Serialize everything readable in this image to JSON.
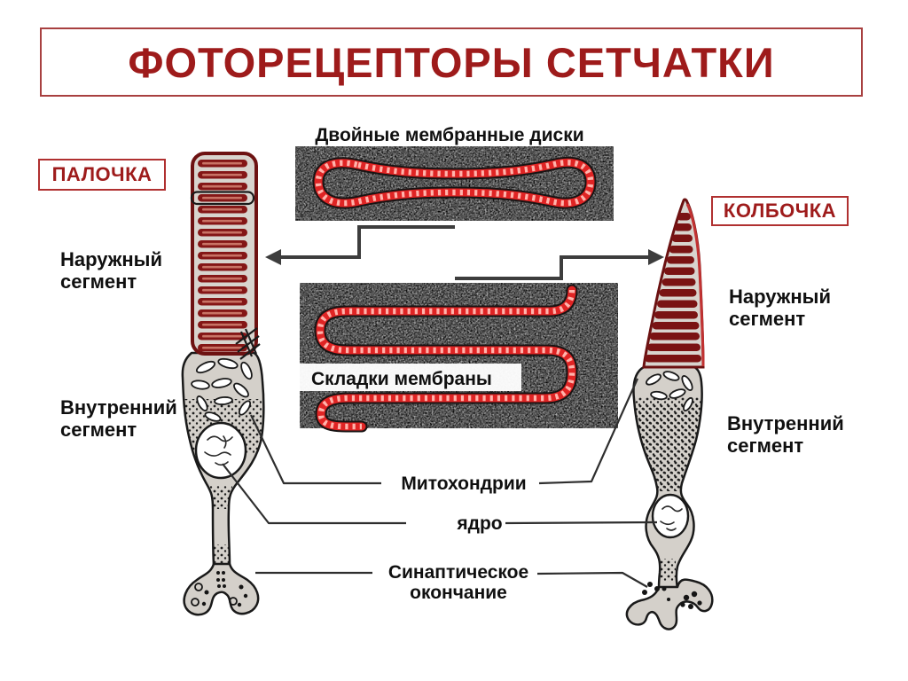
{
  "slide_title": "ФОТОРЕЦЕПТОРЫ СЕТЧАТКИ",
  "cells": {
    "rod": {
      "name_box": "ПАЛОЧКА",
      "outer_segment": "Наружный сегмент",
      "inner_segment": "Внутренний сегмент"
    },
    "cone": {
      "name_box": "КОЛБОЧКА",
      "outer_segment": "Наружный сегмент",
      "inner_segment": "Внутренний сегмент"
    }
  },
  "micrographs": {
    "discs_caption": "Двойные мембранные диски",
    "folds_caption": "Складки мембраны"
  },
  "organelles": {
    "mitochondria": "Митохондрии",
    "nucleus": "ядро",
    "synaptic_ending": "Синаптическое окончание"
  },
  "colors": {
    "accent_red": "#9e1b1b",
    "box_border_red": "#b03030",
    "membrane_red": "#e02424",
    "disc_dark_red": "#7d1414",
    "micrograph_gray": "#ababab",
    "cell_gray": "#d4d0ca",
    "text_black": "#101010"
  }
}
